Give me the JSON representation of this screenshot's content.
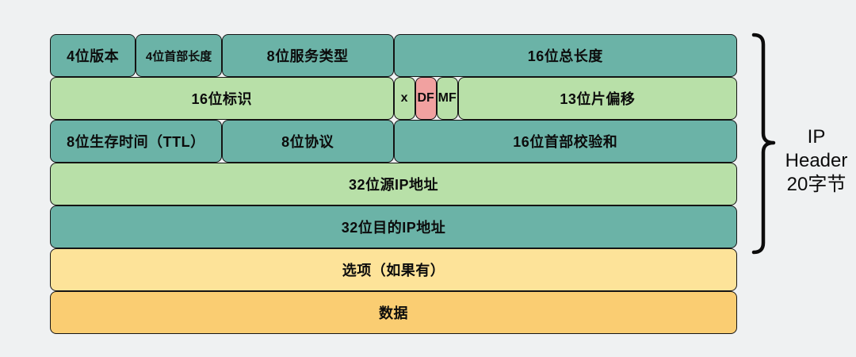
{
  "diagram": {
    "title": "IPv4 header layout",
    "colors": {
      "teal": "#6bb3a7",
      "green": "#b8e0a8",
      "pink": "#f1a1a0",
      "yellow": "#fde399",
      "orange": "#facd72",
      "border": "#141414",
      "background": "#eff1f2"
    },
    "rows": [
      {
        "cells": [
          {
            "name": "version",
            "label": "4位版本",
            "color": "teal",
            "widthPct": 12.5
          },
          {
            "name": "header-length",
            "label": "4位首部长度",
            "color": "teal",
            "widthPct": 12.5,
            "small": true
          },
          {
            "name": "service-type",
            "label": "8位服务类型",
            "color": "teal",
            "widthPct": 25
          },
          {
            "name": "total-length",
            "label": "16位总长度",
            "color": "teal",
            "widthPct": 50
          }
        ]
      },
      {
        "cells": [
          {
            "name": "identification",
            "label": "16位标识",
            "color": "green",
            "widthPct": 50
          },
          {
            "name": "flag-reserved",
            "label": "x",
            "color": "green",
            "widthPct": 3.125
          },
          {
            "name": "flag-df",
            "label": "DF",
            "color": "pink",
            "widthPct": 3.125
          },
          {
            "name": "flag-mf",
            "label": "MF",
            "color": "green",
            "widthPct": 3.125
          },
          {
            "name": "fragment-offset",
            "label": "13位片偏移",
            "color": "green",
            "widthPct": 40.625
          }
        ]
      },
      {
        "cells": [
          {
            "name": "ttl",
            "label": "8位生存时间（TTL）",
            "color": "teal",
            "widthPct": 25
          },
          {
            "name": "protocol",
            "label": "8位协议",
            "color": "teal",
            "widthPct": 25
          },
          {
            "name": "header-checksum",
            "label": "16位首部校验和",
            "color": "teal",
            "widthPct": 50
          }
        ]
      },
      {
        "cells": [
          {
            "name": "source-ip",
            "label": "32位源IP地址",
            "color": "green",
            "widthPct": 100
          }
        ]
      },
      {
        "cells": [
          {
            "name": "destination-ip",
            "label": "32位目的IP地址",
            "color": "teal",
            "widthPct": 100
          }
        ]
      },
      {
        "cells": [
          {
            "name": "options",
            "label": "选项（如果有）",
            "color": "yellow",
            "widthPct": 100
          }
        ]
      },
      {
        "cells": [
          {
            "name": "data",
            "label": "数据",
            "color": "orange",
            "widthPct": 100
          }
        ]
      }
    ],
    "annotation": {
      "lines": [
        "IP",
        "Header",
        "20字节"
      ]
    }
  }
}
